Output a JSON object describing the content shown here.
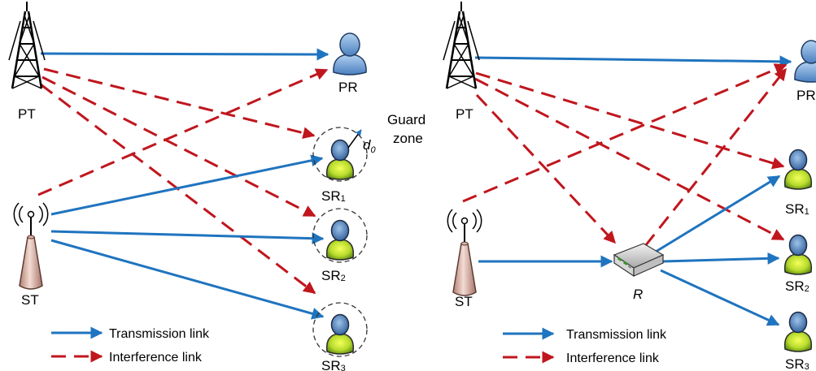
{
  "colors": {
    "transmission": "#1f74bf",
    "interference": "#c0161d"
  },
  "labels": {
    "pt": "PT",
    "pr": "PR",
    "st": "ST",
    "relay": "R",
    "sr_prefix": "SR",
    "sr1_sub": "1",
    "sr2_sub": "2",
    "sr3_sub": "3",
    "guard_line1": "Guard",
    "guard_line2": "zone",
    "d0_main": "d",
    "d0_sub": "0"
  },
  "legend": {
    "transmission": "Transmission link",
    "interference": "Interference link"
  },
  "icons": [
    "tower-icon",
    "antenna-icon",
    "user-icon",
    "router-icon",
    "signal-waves-icon"
  ]
}
